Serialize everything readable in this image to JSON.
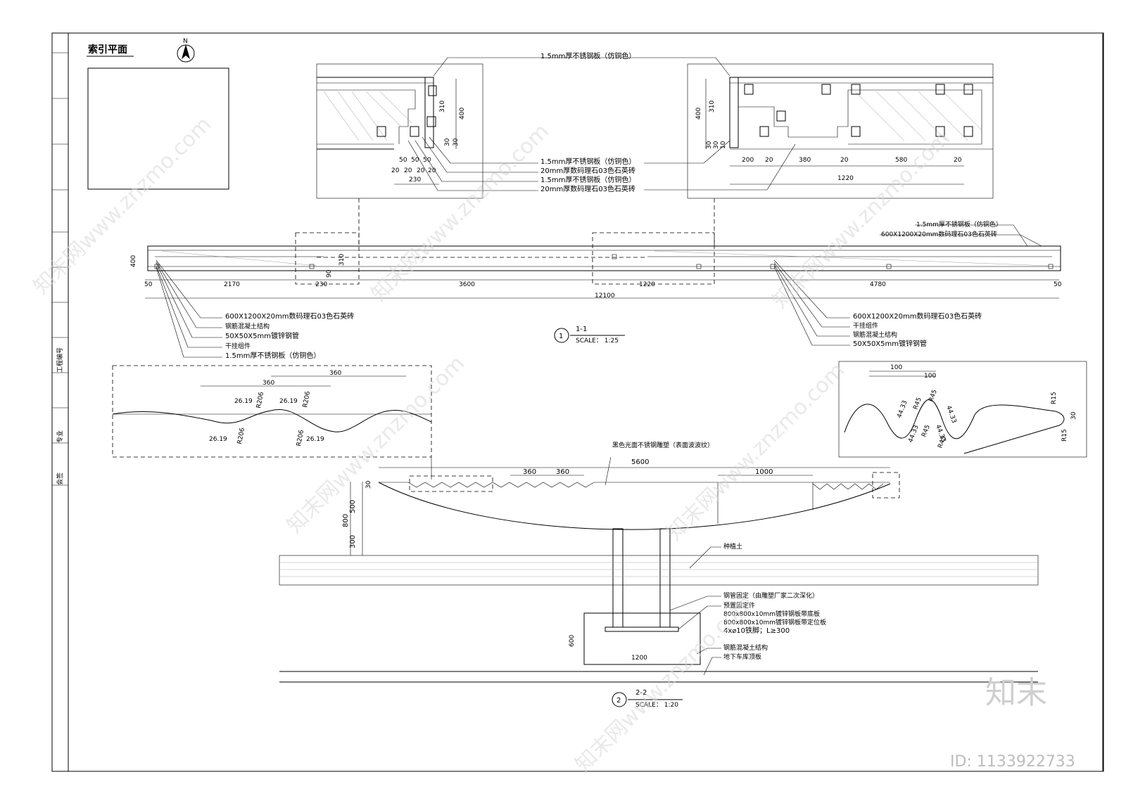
{
  "plan": {
    "title": "索引平面",
    "north": "N"
  },
  "details_top": {
    "top_label": "1.5mm厚不锈钢板（仿铜色）",
    "left_dims": [
      "310",
      "400",
      "30",
      "30",
      "50",
      "50",
      "50",
      "20",
      "20",
      "20",
      "20",
      "230"
    ],
    "right_dims": [
      "200",
      "20",
      "380",
      "20",
      "580",
      "20",
      "1220",
      "310",
      "400",
      "30",
      "30",
      "10"
    ],
    "mid_labels": [
      "1.5mm厚不锈钢板（仿铜色）",
      "20mm厚数码理石03色石英砖",
      "1.5mm厚不锈钢板（仿铜色）",
      "20mm厚数码理石03色石英砖"
    ]
  },
  "section1": {
    "number": "1",
    "name": "1-1",
    "scale": "SCALE： 1:25",
    "dims": [
      "50",
      "2170",
      "230",
      "3600",
      "1220",
      "4780",
      "50",
      "12100",
      "400",
      "310",
      "90"
    ],
    "right_top_labels": [
      "1.5mm厚不锈钢板（仿铜色）",
      "600X1200X20mm数码理石03色石英砖"
    ],
    "left_labels": [
      "600X1200X20mm数码理石03色石英砖",
      "钢筋混凝土结构",
      "50X50X5mm镀锌钢管",
      "干挂组件",
      "1.5mm厚不锈钢板（仿铜色）"
    ],
    "right_labels": [
      "600X1200X20mm数码理石03色石英砖",
      "干挂组件",
      "钢筋混凝土结构",
      "50X50X5mm镀锌钢管"
    ]
  },
  "wave_left": {
    "dims": [
      "360",
      "360",
      "26.19",
      "26.19",
      "26.19",
      "26.19",
      "R206",
      "R206",
      "R206",
      "R206"
    ]
  },
  "wave_right": {
    "dims": [
      "100",
      "100",
      "44.33",
      "44.33",
      "44.33",
      "44.33",
      "R45",
      "R45",
      "R45",
      "R45",
      "R15",
      "R15",
      "30"
    ]
  },
  "section2": {
    "number": "2",
    "name": "2-2",
    "scale": "SCALE： 1:20",
    "sculpture_label": "黑色光面不锈钢雕塑（表面波波纹）",
    "dims": [
      "5600",
      "360",
      "360",
      "1000",
      "30",
      "500",
      "800",
      "300",
      "600",
      "1200"
    ],
    "labels": [
      "种植土",
      "钢管固定（由雕塑厂家二次深化）",
      "预置固定件",
      "800x800x10mm镀锌钢板带底板",
      "800x800x10mm镀锌钢板带定位板",
      "4x⌀10铁脚；L≥300",
      "钢筋混凝土结构",
      "地下车库顶板"
    ]
  },
  "title_block": [
    "会签",
    "专业",
    "工程编号"
  ],
  "watermark": {
    "text": "知末网www.znzmo.com",
    "brand": "知末",
    "id": "ID: 1133922733"
  }
}
